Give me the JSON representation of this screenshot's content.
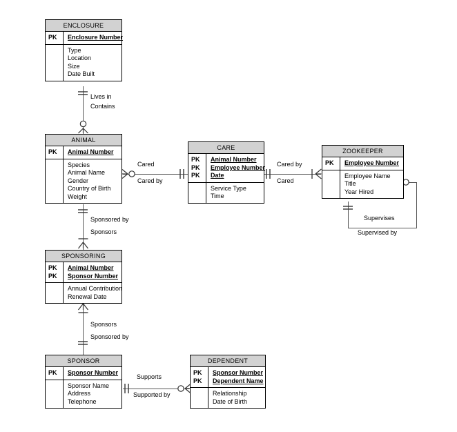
{
  "diagram": {
    "title": "Zoo Entity Relationship Diagram",
    "notation": "crows-foot",
    "colors": {
      "entity_header_fill": "#d2d2d2",
      "entity_body_fill": "#ffffff",
      "border": "#000000",
      "connector": "#555555",
      "background": "#ffffff"
    },
    "key_tag": "PK"
  },
  "entities": [
    {
      "name": "ENCLOSURE",
      "keys": [
        {
          "tag": "PK",
          "attribute": "Enclosure Number"
        }
      ],
      "attributes": [
        "Type",
        "Location",
        "Size",
        "Date Built"
      ]
    },
    {
      "name": "ANIMAL",
      "keys": [
        {
          "tag": "PK",
          "attribute": "Animal Number"
        }
      ],
      "attributes": [
        "Species",
        "Animal Name",
        "Gender",
        "Country of Birth",
        "Weight"
      ]
    },
    {
      "name": "CARE",
      "keys": [
        {
          "tag": "PK",
          "attribute": "Animal Number"
        },
        {
          "tag": "PK",
          "attribute": "Employee Number"
        },
        {
          "tag": "PK",
          "attribute": "Date"
        }
      ],
      "attributes": [
        "Service Type",
        "Time"
      ]
    },
    {
      "name": "ZOOKEEPER",
      "keys": [
        {
          "tag": "PK",
          "attribute": "Employee Number"
        }
      ],
      "attributes": [
        "Employee Name",
        "Title",
        "Year Hired"
      ]
    },
    {
      "name": "SPONSORING",
      "keys": [
        {
          "tag": "PK",
          "attribute": "Animal Number"
        },
        {
          "tag": "PK",
          "attribute": "Sponsor Number"
        }
      ],
      "attributes": [
        "Annual Contribution",
        "Renewal Date"
      ]
    },
    {
      "name": "SPONSOR",
      "keys": [
        {
          "tag": "PK",
          "attribute": "Sponsor Number"
        }
      ],
      "attributes": [
        "Sponsor Name",
        "Address",
        "Telephone"
      ]
    },
    {
      "name": "DEPENDENT",
      "keys": [
        {
          "tag": "PK",
          "attribute": "Sponsor Number"
        },
        {
          "tag": "PK",
          "attribute": "Dependent Name"
        }
      ],
      "attributes": [
        "Relationship",
        "Date of Birth"
      ]
    }
  ],
  "relationships": [
    {
      "id": "enclosure-animal",
      "from": "ENCLOSURE",
      "to": "ANIMAL",
      "label_top": "Lives in",
      "label_bottom": "Contains",
      "from_cardinality": "exactly-one",
      "to_cardinality": "zero-or-many"
    },
    {
      "id": "animal-care",
      "from": "ANIMAL",
      "to": "CARE",
      "label_top": "Cared",
      "label_bottom": "Cared by",
      "from_cardinality": "zero-or-many",
      "to_cardinality": "exactly-one"
    },
    {
      "id": "care-zookeeper",
      "from": "CARE",
      "to": "ZOOKEEPER",
      "label_top": "Cared by",
      "label_bottom": "Cared",
      "from_cardinality": "exactly-one",
      "to_cardinality": "one-or-many"
    },
    {
      "id": "zookeeper-supervises",
      "from": "ZOOKEEPER",
      "to": "ZOOKEEPER",
      "label_top": "Supervises",
      "label_bottom": "Supervised by",
      "from_cardinality": "exactly-one",
      "to_cardinality": "zero-or-many"
    },
    {
      "id": "animal-sponsoring",
      "from": "ANIMAL",
      "to": "SPONSORING",
      "label_top": "Sponsored by",
      "label_bottom": "Sponsors",
      "from_cardinality": "exactly-one",
      "to_cardinality": "one-or-many"
    },
    {
      "id": "sponsoring-sponsor",
      "from": "SPONSORING",
      "to": "SPONSOR",
      "label_top": "Sponsors",
      "label_bottom": "Sponsored by",
      "from_cardinality": "one-or-many",
      "to_cardinality": "exactly-one"
    },
    {
      "id": "sponsor-dependent",
      "from": "SPONSOR",
      "to": "DEPENDENT",
      "label_top": "Supports",
      "label_bottom": "Supported by",
      "from_cardinality": "exactly-one",
      "to_cardinality": "zero-or-many"
    }
  ]
}
